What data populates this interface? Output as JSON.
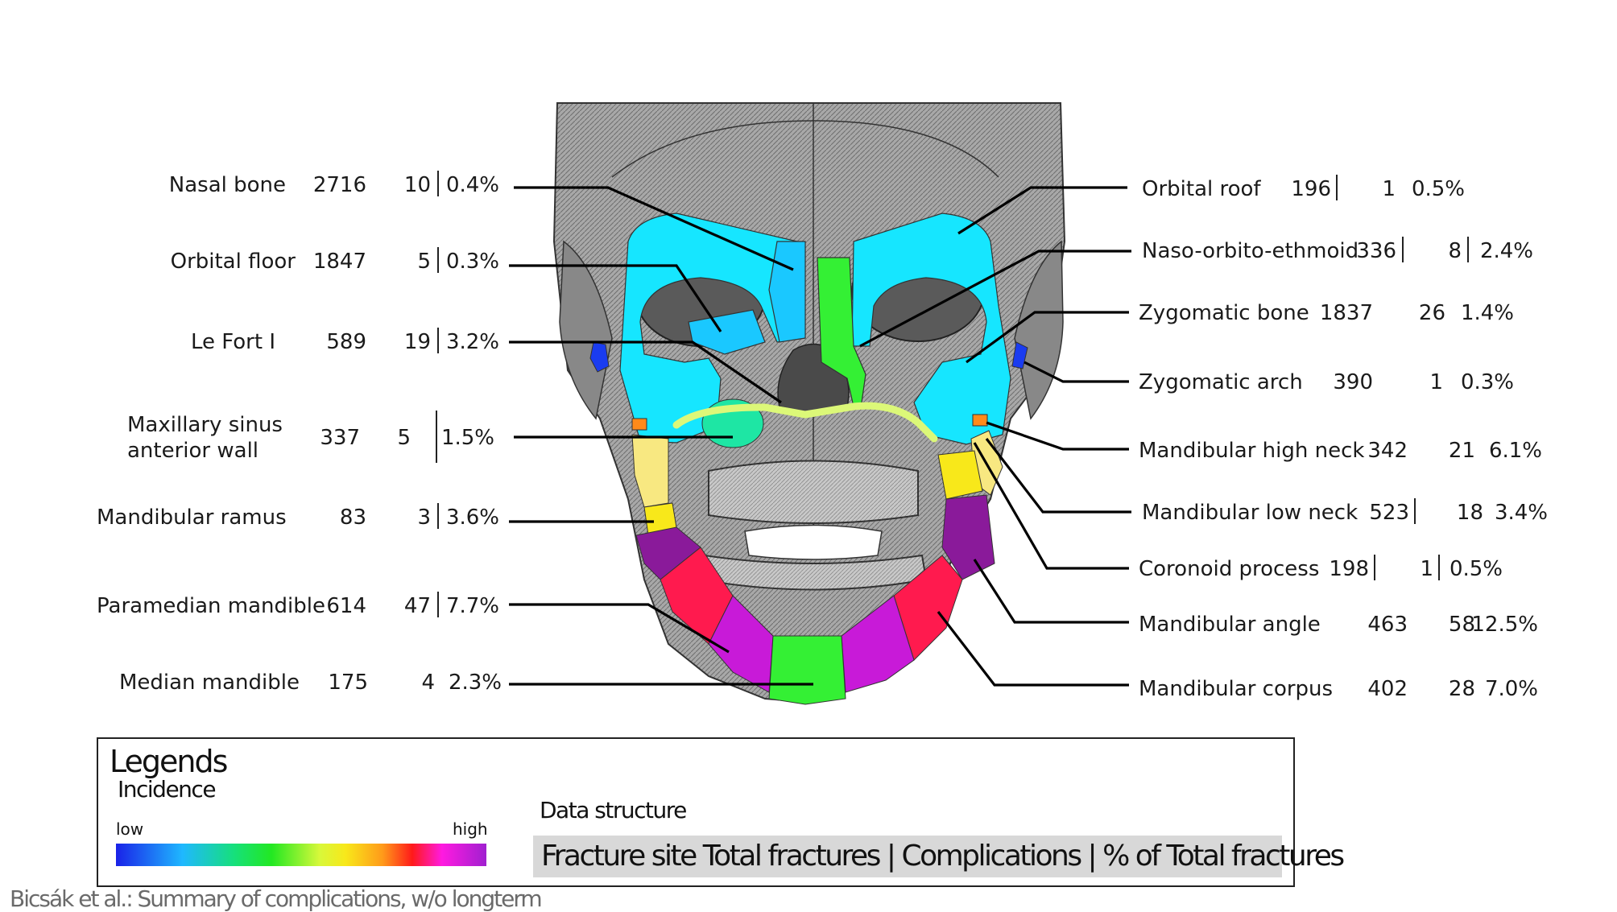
{
  "left_rows": [
    {
      "site": "Nasal bone",
      "total": "2716",
      "comp": "10",
      "pct": "0.4%"
    },
    {
      "site": "Orbital floor",
      "total": "1847",
      "comp": "5",
      "pct": "0.3%"
    },
    {
      "site": "Le Fort I",
      "total": "589",
      "comp": "19",
      "pct": "3.2%"
    },
    {
      "site_line1": "Maxillary sinus",
      "site_line2": "anterior wall",
      "total": "337",
      "comp": "5",
      "pct": "1.5%"
    },
    {
      "site": "Mandibular ramus",
      "total": "83",
      "comp": "3",
      "pct": "3.6%"
    },
    {
      "site": "Paramedian mandible",
      "total": "614",
      "comp": "47",
      "pct": "7.7%"
    },
    {
      "site": "Median mandible",
      "total": "175",
      "comp": "4",
      "pct": "2.3%"
    }
  ],
  "right_rows": [
    {
      "site": "Orbital roof",
      "total": "196",
      "comp": "1",
      "pct": "0.5%"
    },
    {
      "site": "Naso-orbito-ethmoid",
      "total": "336",
      "comp": "8",
      "pct": "2.4%"
    },
    {
      "site": "Zygomatic bone",
      "total": "1837",
      "comp": "26",
      "pct": "1.4%"
    },
    {
      "site": "Zygomatic arch",
      "total": "390",
      "comp": "1",
      "pct": "0.3%"
    },
    {
      "site": "Mandibular high neck",
      "total": "342",
      "comp": "21",
      "pct": "6.1%"
    },
    {
      "site": "Mandibular low neck",
      "total": "523",
      "comp": "18",
      "pct": "3.4%"
    },
    {
      "site": "Coronoid process",
      "total": "198",
      "comp": "1",
      "pct": "0.5%"
    },
    {
      "site": "Mandibular angle",
      "total": "463",
      "comp": "58",
      "pct": "12.5%"
    },
    {
      "site": "Mandibular corpus",
      "total": "402",
      "comp": "28",
      "pct": "7.0%"
    }
  ],
  "legend": {
    "title": "Legends",
    "subtitle": "Incidence",
    "scale_low": "low",
    "scale_high": "high",
    "data_structure_title": "Data structure",
    "data_structure": "Fracture site  Total fractures | Complications | % of Total fractures"
  },
  "citation": "Bicsák et al.: Summary of complications, w/o longterm",
  "colors": {
    "blue": "#1a3cf0",
    "cyan": "#16e6ff",
    "light_blue": "#1ac8ff",
    "green": "#34f034",
    "teal": "#1ee6a4",
    "yellow_green": "#dcf878",
    "yellow": "#f8e81a",
    "orange": "#ff8a1a",
    "red": "#ff1a4e",
    "magenta": "#c81ad8",
    "purple": "#8a1a9a",
    "skull": "#9a9a9a"
  }
}
